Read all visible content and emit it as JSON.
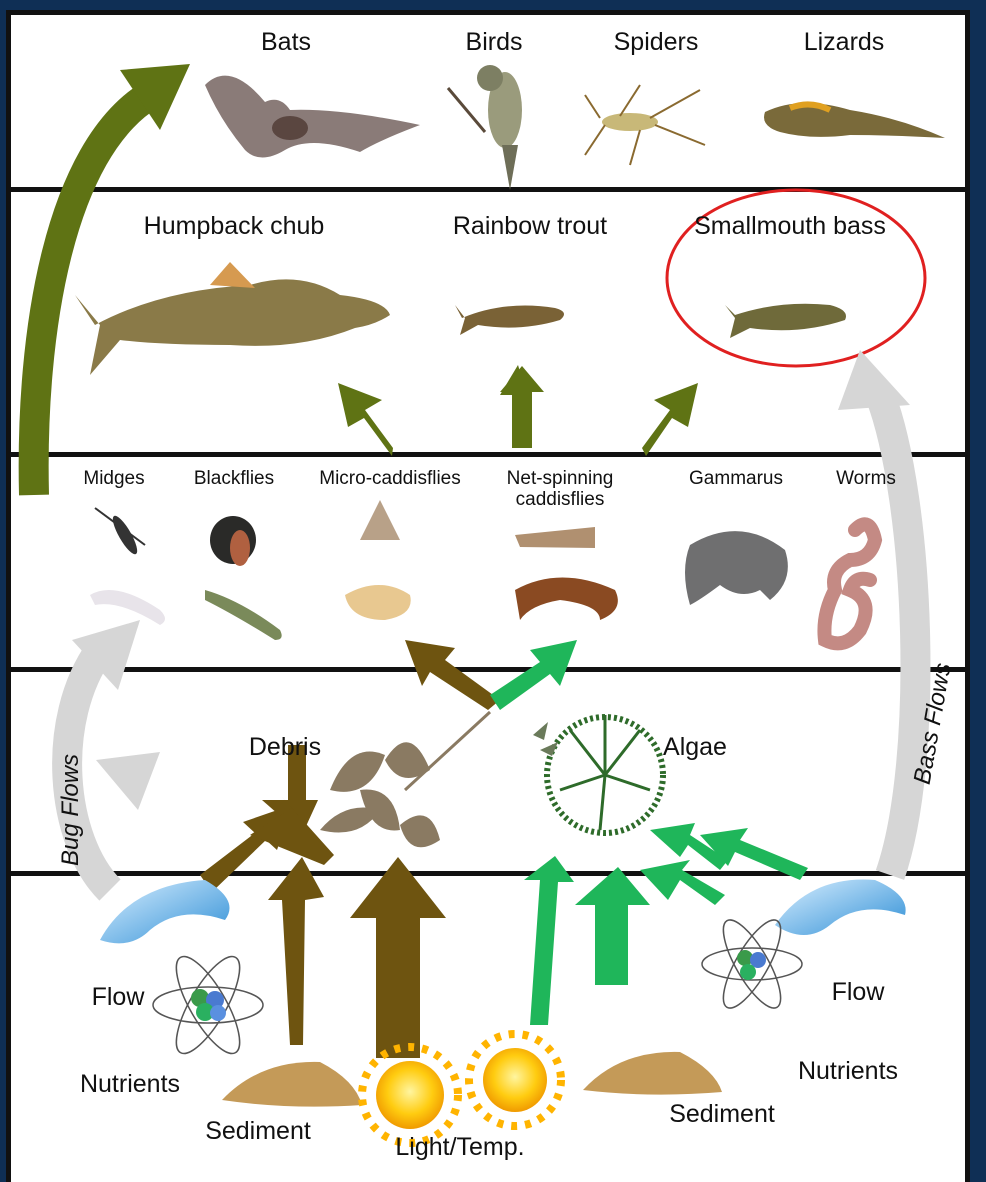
{
  "consumers": [
    "Bats",
    "Birds",
    "Spiders",
    "Lizards"
  ],
  "fish": [
    "Humpback chub",
    "Rainbow trout",
    "Smallmouth bass"
  ],
  "invertebrates": [
    "Midges",
    "Blackflies",
    "Micro-caddisflies",
    "Net-spinning\ncaddisflies",
    "Gammarus",
    "Worms"
  ],
  "producers": {
    "debris": "Debris",
    "algae": "Algae"
  },
  "drivers": {
    "flow_left": "Flow",
    "nutrients_left": "Nutrients",
    "sediment_left": "Sediment",
    "light_temp": "Light/Temp.",
    "sediment_right": "Sediment",
    "nutrients_right": "Nutrients",
    "flow_right": "Flow"
  },
  "flow_labels": {
    "bug_flows": "Bug Flows",
    "bass_flows": "Bass Flows"
  },
  "colors": {
    "olive_arrow": "#5f7314",
    "brown_arrow": "#6e5410",
    "green_arrow": "#1fb65a",
    "gray_arrow": "#d6d6d6",
    "highlight": "#e02020"
  }
}
